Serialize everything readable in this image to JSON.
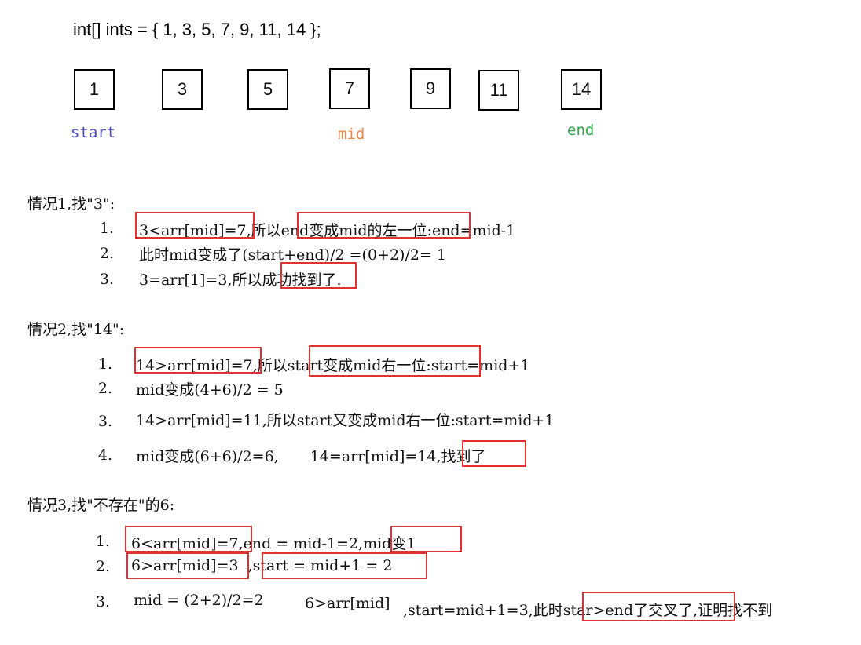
{
  "declaration": "int[] ints = { 1, 3, 5, 7, 9, 11, 14 };",
  "array": {
    "cells": [
      "1",
      "3",
      "5",
      "7",
      "9",
      "11",
      "14"
    ]
  },
  "pointers": {
    "start": {
      "label": "start",
      "color": "#4a4ab8"
    },
    "mid": {
      "label": "mid",
      "color": "#e8894a"
    },
    "end": {
      "label": "end",
      "color": "#2ea84a"
    }
  },
  "highlight_color": "#e03030",
  "cases": [
    {
      "heading": "情况1,找\"3\":",
      "steps": [
        {
          "num": "1.",
          "segments": [
            "3<arr[mid]=7",
            ",所以",
            "end变成mid的左一位",
            ":end=mid-1"
          ]
        },
        {
          "num": "2.",
          "segments": [
            "此时mid变成了(start+end)/2 =(0+2)/2= 1"
          ]
        },
        {
          "num": "3.",
          "segments": [
            "3=arr[1]=3,所以",
            "成功找到",
            "了."
          ]
        }
      ]
    },
    {
      "heading": "情况2,找\"14\":",
      "steps": [
        {
          "num": "1.",
          "segments": [
            "14>arr[mid]=7",
            ",所以",
            "start变成mid右一位",
            ":start=mid+1"
          ]
        },
        {
          "num": "2.",
          "segments": [
            "mid变成(4+6)/2 = 5"
          ]
        },
        {
          "num": "3.",
          "segments": [
            "14>arr[mid]=11,所以start又变成mid右一位:start=mid+1"
          ]
        },
        {
          "num": "4.",
          "segments": [
            "mid变成(6+6)/2=6,",
            "14=arr[mid]=14,",
            "找到了"
          ]
        }
      ]
    },
    {
      "heading": "情况3,找\"不存在\"的6:",
      "steps": [
        {
          "num": "1.",
          "segments": [
            "6<arr[mid]=7",
            ",end = mid-1=2,",
            "mid变1"
          ]
        },
        {
          "num": "2.",
          "segments": [
            "6>arr[mid]=3",
            ",",
            "start = mid+1 = 2"
          ]
        },
        {
          "num": "3.",
          "segments": [
            "mid = (2+2)/2=2",
            "6>arr[mid]",
            ",start=mid+1=3,此时",
            "star>end了交叉了",
            ",证明找不到"
          ]
        }
      ]
    }
  ]
}
